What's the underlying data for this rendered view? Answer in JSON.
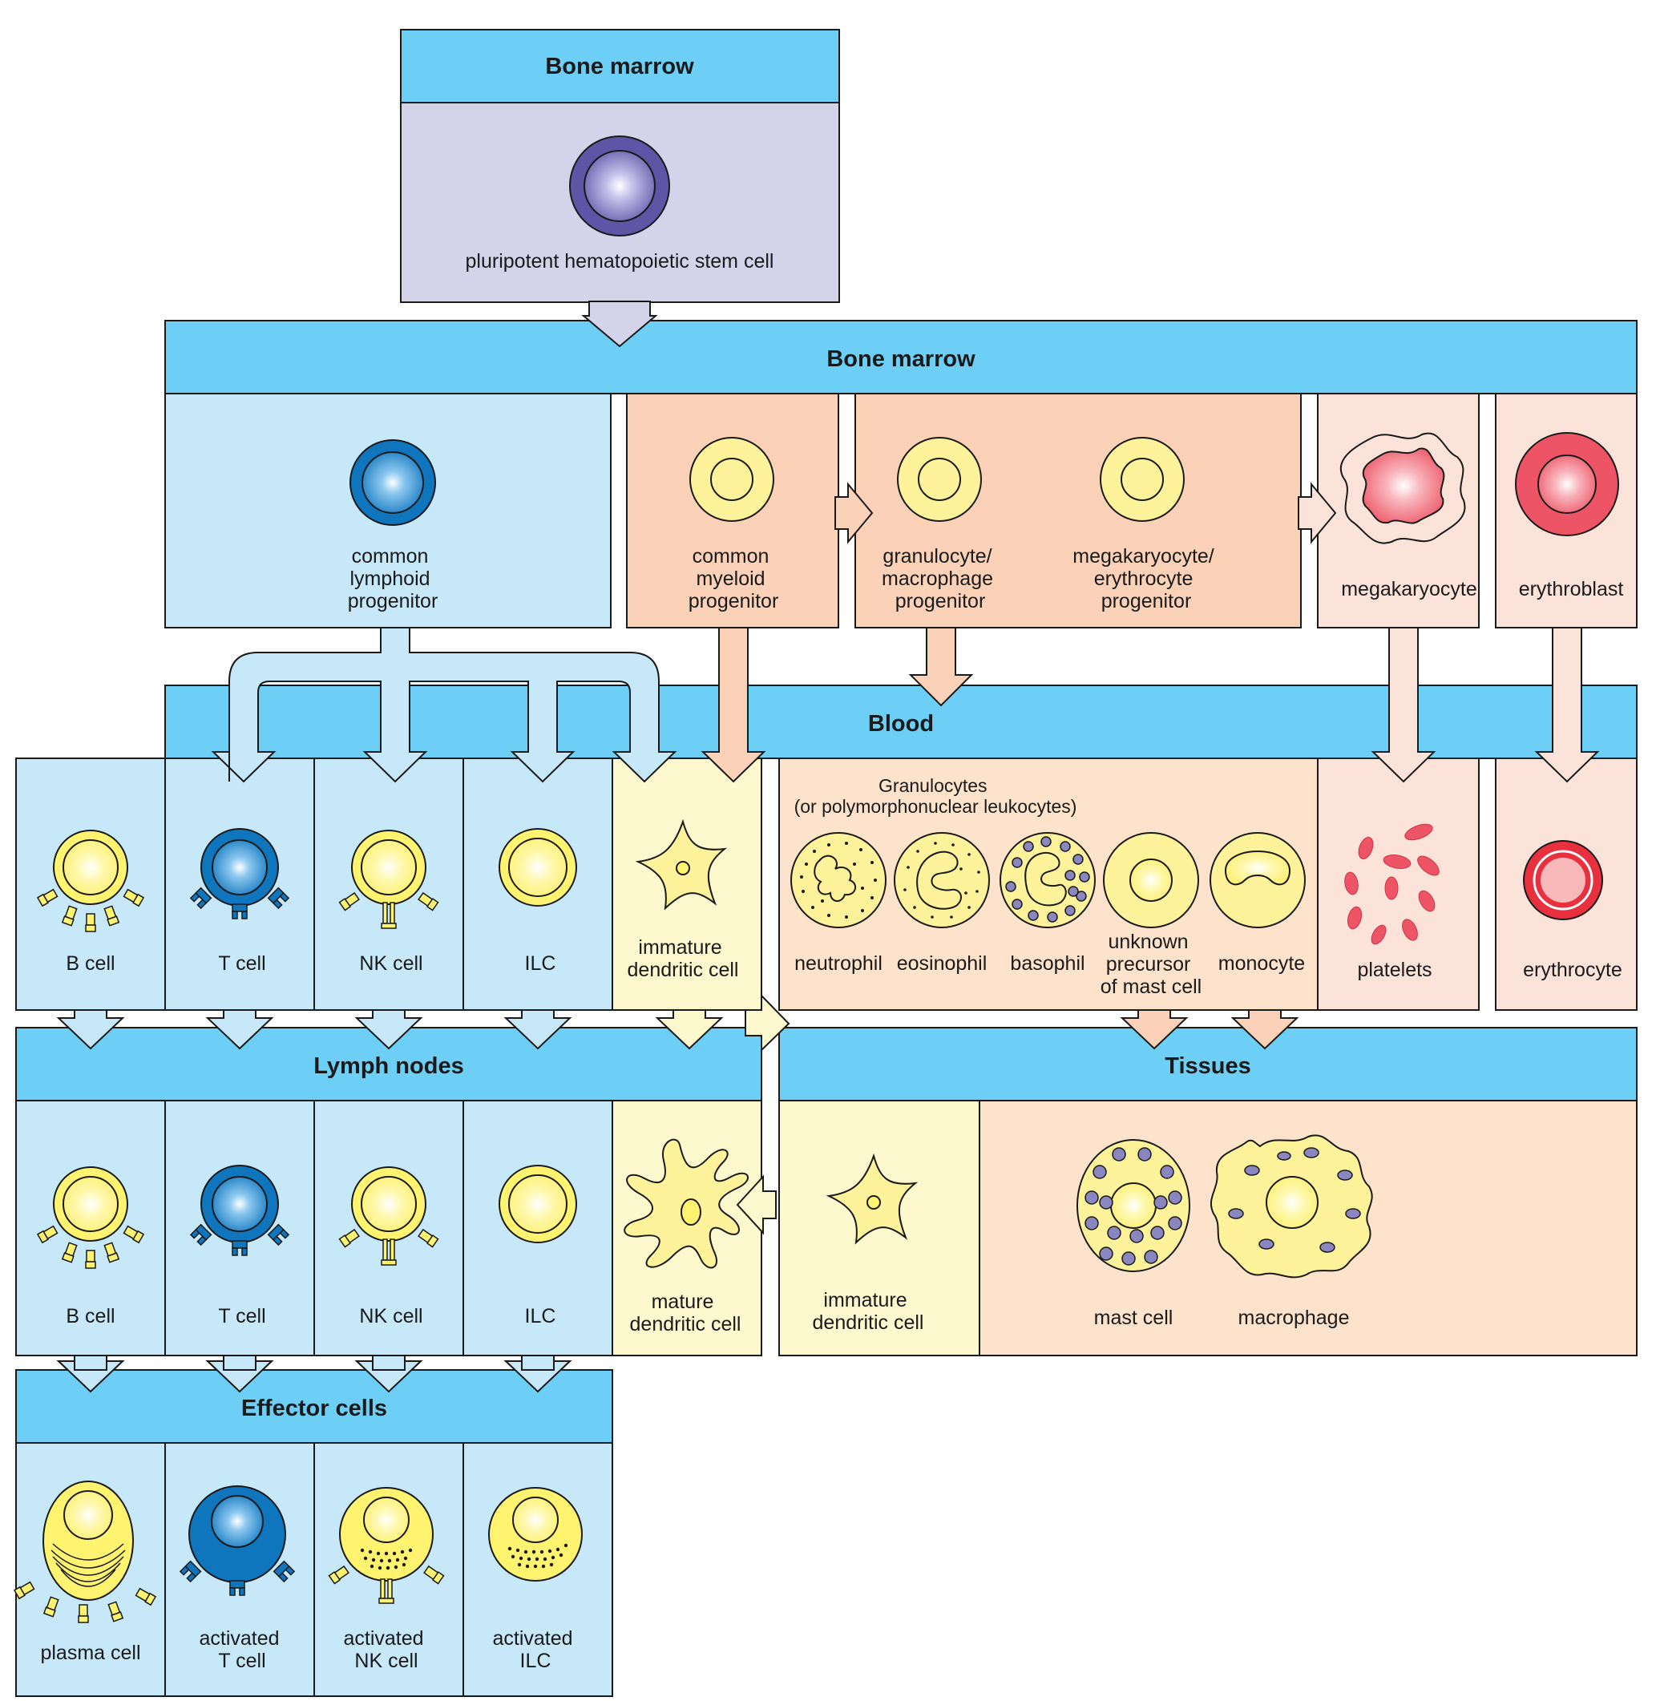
{
  "colors": {
    "header": "#6dcff6",
    "stem_panel": "#d5d3ea",
    "lymphoid_panel": "#c6e8f8",
    "myeloid_panel": "#fbd2b8",
    "pink_panel": "#fbe3da",
    "blood_granulocyte_panel": "#fde3cb",
    "dendritic_panel": "#fef8cf",
    "stem_cell": "#5f55a6",
    "lymphoid_cell": "#0f75bc",
    "yellow_cell": "#fff36f",
    "myeloid_cell": "#fef39a",
    "red_cell": "#ed5465",
    "granule": "#8a86c0"
  },
  "sections": {
    "bone_marrow_top": "Bone marrow",
    "bone_marrow_main": "Bone marrow",
    "blood": "Blood",
    "lymph_nodes": "Lymph nodes",
    "tissues": "Tissues",
    "effector_cells": "Effector cells"
  },
  "stem": {
    "label": "pluripotent hematopoietic stem cell",
    "icon": "stem-cell-icon"
  },
  "bone_marrow": {
    "lymphoid_progenitor": [
      "common",
      "lymphoid",
      "progenitor"
    ],
    "myeloid_progenitor": [
      "common",
      "myeloid",
      "progenitor"
    ],
    "gm_progenitor": [
      "granulocyte/",
      "macrophage",
      "progenitor"
    ],
    "me_progenitor": [
      "megakaryocyte/",
      "erythrocyte",
      "progenitor"
    ],
    "megakaryocyte": "megakaryocyte",
    "erythroblast": "erythroblast"
  },
  "blood": {
    "b_cell": "B cell",
    "t_cell": "T cell",
    "nk_cell": "NK cell",
    "ilc": "ILC",
    "immature_dc": [
      "immature",
      "dendritic cell"
    ],
    "granulocytes_title": [
      "Granulocytes",
      "(or polymorphonuclear leukocytes)"
    ],
    "neutrophil": "neutrophil",
    "eosinophil": "eosinophil",
    "basophil": "basophil",
    "mast_precursor": [
      "unknown",
      "precursor",
      "of mast cell"
    ],
    "monocyte": "monocyte",
    "platelets": "platelets",
    "erythrocyte": "erythrocyte"
  },
  "lymph_nodes": {
    "b_cell": "B cell",
    "t_cell": "T cell",
    "nk_cell": "NK cell",
    "ilc": "ILC",
    "mature_dc": [
      "mature",
      "dendritic cell"
    ]
  },
  "tissues": {
    "immature_dc": [
      "immature",
      "dendritic cell"
    ],
    "mast_cell": "mast cell",
    "macrophage": "macrophage"
  },
  "effector": {
    "plasma_cell": "plasma cell",
    "activated_t": [
      "activated",
      "T cell"
    ],
    "activated_nk": [
      "activated",
      "NK cell"
    ],
    "activated_ilc": [
      "activated",
      "ILC"
    ]
  }
}
